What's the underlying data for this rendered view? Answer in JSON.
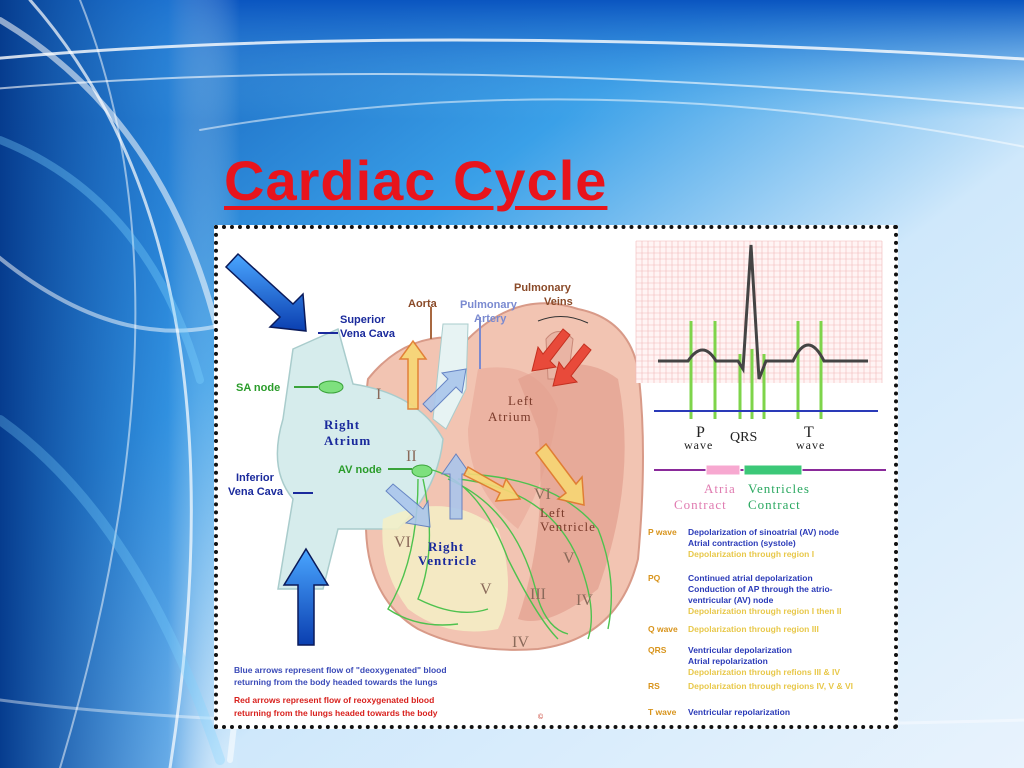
{
  "slide": {
    "title": "Cardiac Cycle",
    "colors": {
      "title": "#e8141c",
      "background": "#0a3f8c",
      "blue_arrow": "#1e5fd6",
      "red_arrow": "#e02020"
    }
  },
  "heart": {
    "superior_vena_cava": [
      "Superior",
      "Vena Cava"
    ],
    "inferior_vena_cava": [
      "Inferior",
      "Vena Cava"
    ],
    "aorta": "Aorta",
    "pulmonary_artery": [
      "Pulmonary",
      "Artery"
    ],
    "pulmonary_veins": [
      "Pulmonary",
      "Veins"
    ],
    "sa_node": "SA node",
    "av_node": "AV node",
    "right_atrium": [
      "Right",
      "Atrium"
    ],
    "left_atrium": [
      "Left",
      "Atrium"
    ],
    "right_ventricle": [
      "Right",
      "Ventricle"
    ],
    "left_ventricle": [
      "Left",
      "Ventricle"
    ],
    "regions": {
      "r1": "I",
      "r2": "II",
      "r3": "III",
      "r4a": "IV",
      "r4b": "IV",
      "r5a": "V",
      "r5b": "V",
      "r6a": "VI",
      "r6b": "VI"
    },
    "legend_blue": [
      "Blue arrows represent flow of \"deoxygenated\" blood",
      "returning from the body headed towards the lungs"
    ],
    "legend_red": [
      "Red arrows represent flow of reoxygenated blood",
      "returning from the lungs headed towards the body"
    ],
    "copyright": "©"
  },
  "ecg": {
    "p": "P",
    "p_sub": "wave",
    "qrs": "QRS",
    "t": "T",
    "t_sub": "wave",
    "atria": [
      "Atria",
      "Contract"
    ],
    "ventricles": [
      "Ventricles",
      "Contract"
    ],
    "colors": {
      "atria_bar": "#f7a8d0",
      "ventricle_bar": "#3cc878",
      "timeline": "#2a3ab8",
      "purple_line": "#8a2a9a"
    }
  },
  "phases": [
    {
      "key": "P wave",
      "lines": [
        "Depolarization of sinoatrial (AV) node",
        "Atrial contraction (systole)"
      ],
      "yellow": [
        "Depolarization through region I"
      ]
    },
    {
      "key": "PQ",
      "lines": [
        "Continued atrial depolarization",
        "Conduction of AP through the atrio-",
        "ventricular (AV) node"
      ],
      "yellow": [
        "Depolarization through region I then II"
      ]
    },
    {
      "key": "Q wave",
      "lines": [],
      "yellow": [
        "Depolarization through region III"
      ]
    },
    {
      "key": "QRS",
      "lines": [
        "Ventricular depolarization",
        "Atrial repolarization"
      ],
      "yellow": [
        "Depolarization through refions III & IV"
      ]
    },
    {
      "key": "RS",
      "lines": [],
      "yellow": [
        "Depolarization through regions IV, V & VI"
      ]
    },
    {
      "key": "T wave",
      "lines": [
        "Ventricular repolarization"
      ],
      "yellow": []
    }
  ]
}
